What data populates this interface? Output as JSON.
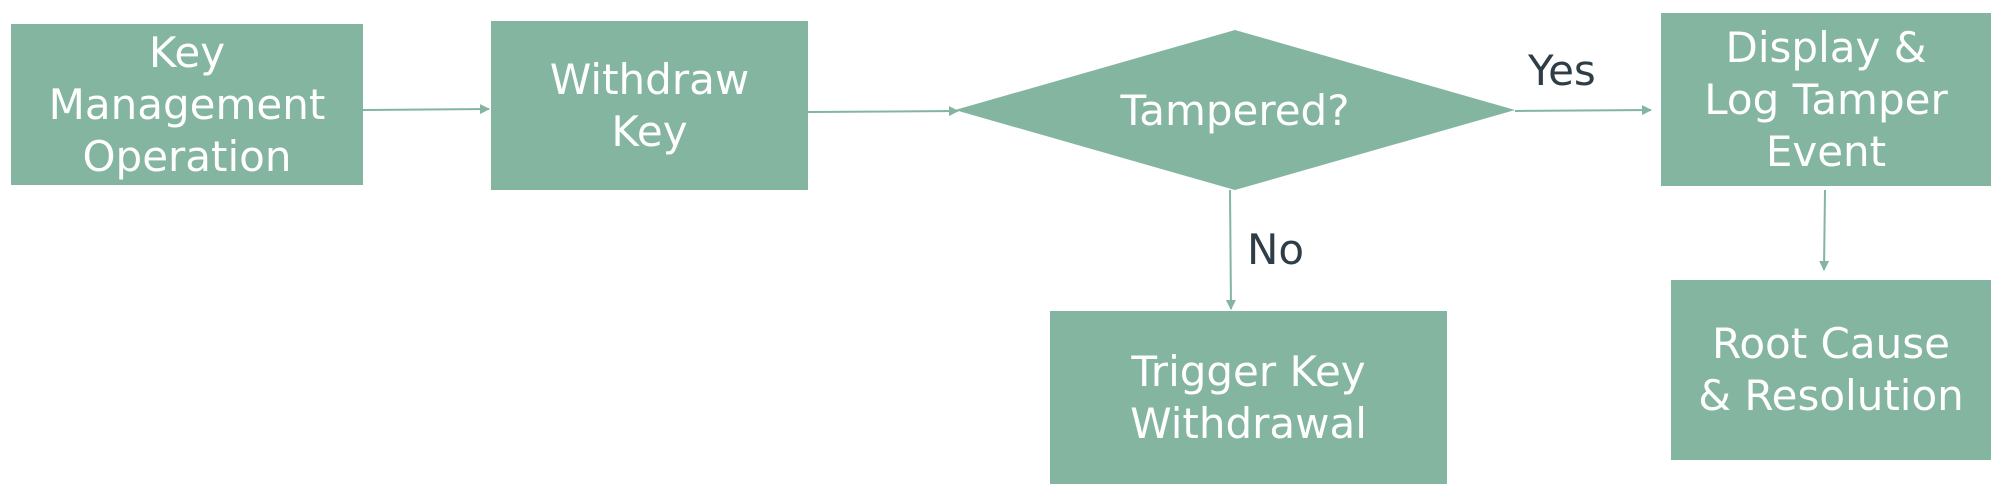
{
  "colors": {
    "node_fill": "#83b5a0",
    "connector": "#83b5a0",
    "node_text": "#ffffff",
    "edge_label_text": "#2f3e46"
  },
  "nodes": {
    "key_management_operation": "Key\nManagement\nOperation",
    "withdraw_key": "Withdraw\nKey",
    "tampered_decision": "Tampered?",
    "display_log_tamper_event": "Display &\nLog Tamper\nEvent",
    "trigger_key_withdrawal": "Trigger Key\nWithdrawal",
    "root_cause_resolution": "Root Cause\n& Resolution"
  },
  "edges": {
    "yes_label": "Yes",
    "no_label": "No"
  }
}
